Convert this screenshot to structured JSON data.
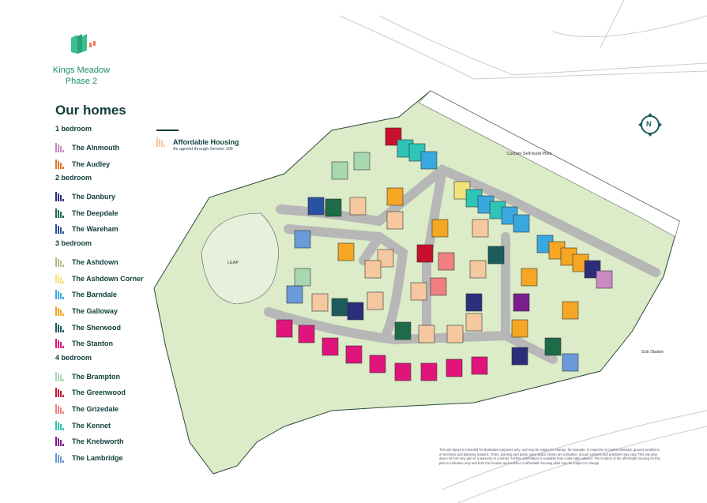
{
  "brand": {
    "name": "Kings Meadow",
    "phase": "Phase 2"
  },
  "legend": {
    "title": "Our homes",
    "groups": [
      {
        "label": "1 bedroom",
        "items": [
          {
            "name": "The Alnmouth",
            "color": "#c98ac4"
          },
          {
            "name": "The Audley",
            "color": "#e0782a"
          }
        ]
      },
      {
        "label": "2 bedroom",
        "items": [
          {
            "name": "The Danbury",
            "color": "#2b2f7a"
          },
          {
            "name": "The Deepdale",
            "color": "#1e6b4a"
          },
          {
            "name": "The Wareham",
            "color": "#2a50a0"
          }
        ]
      },
      {
        "label": "3 bedroom",
        "items": [
          {
            "name": "The Ashdown",
            "color": "#b9b88f"
          },
          {
            "name": "The Ashdown Corner",
            "color": "#f3e27a"
          },
          {
            "name": "The Barndale",
            "color": "#3aa8e0"
          },
          {
            "name": "The Galloway",
            "color": "#f5a623"
          },
          {
            "name": "The Sherwood",
            "color": "#1d5c5c"
          },
          {
            "name": "The Stanton",
            "color": "#e0147a"
          }
        ]
      },
      {
        "label": "4 bedroom",
        "items": [
          {
            "name": "The Brampton",
            "color": "#a8d8b0"
          },
          {
            "name": "The Greenwood",
            "color": "#c8102e"
          },
          {
            "name": "The Grizedale",
            "color": "#f08080"
          },
          {
            "name": "The Kennet",
            "color": "#2ec4b6"
          },
          {
            "name": "The Knebworth",
            "color": "#7a1e8c"
          },
          {
            "name": "The Lambridge",
            "color": "#6a9ad8"
          }
        ]
      }
    ]
  },
  "affordable": {
    "label": "Affordable Housing",
    "note": "As agreed through Section 106",
    "color": "#f5c8a0"
  },
  "map_labels": {
    "leap": "LEAP",
    "custom": "Custom Self-build Plots",
    "sub": "Sub Station",
    "north": "N"
  },
  "disclaimer": "This site layout is intended for illustrative purposes only, and may be subject to change, for example, in response to market demand, ground conditions or technical and planning reasons. Trees, planting and public open space shown are indicative, actual numbers and positions may vary. This site plan does not form any part of a warranty or contract. Further information is available from a site sales advisor. The location of the affordable housing on this plan is indicative only and both the location and number of affordable housing plots may be subject to change."
}
